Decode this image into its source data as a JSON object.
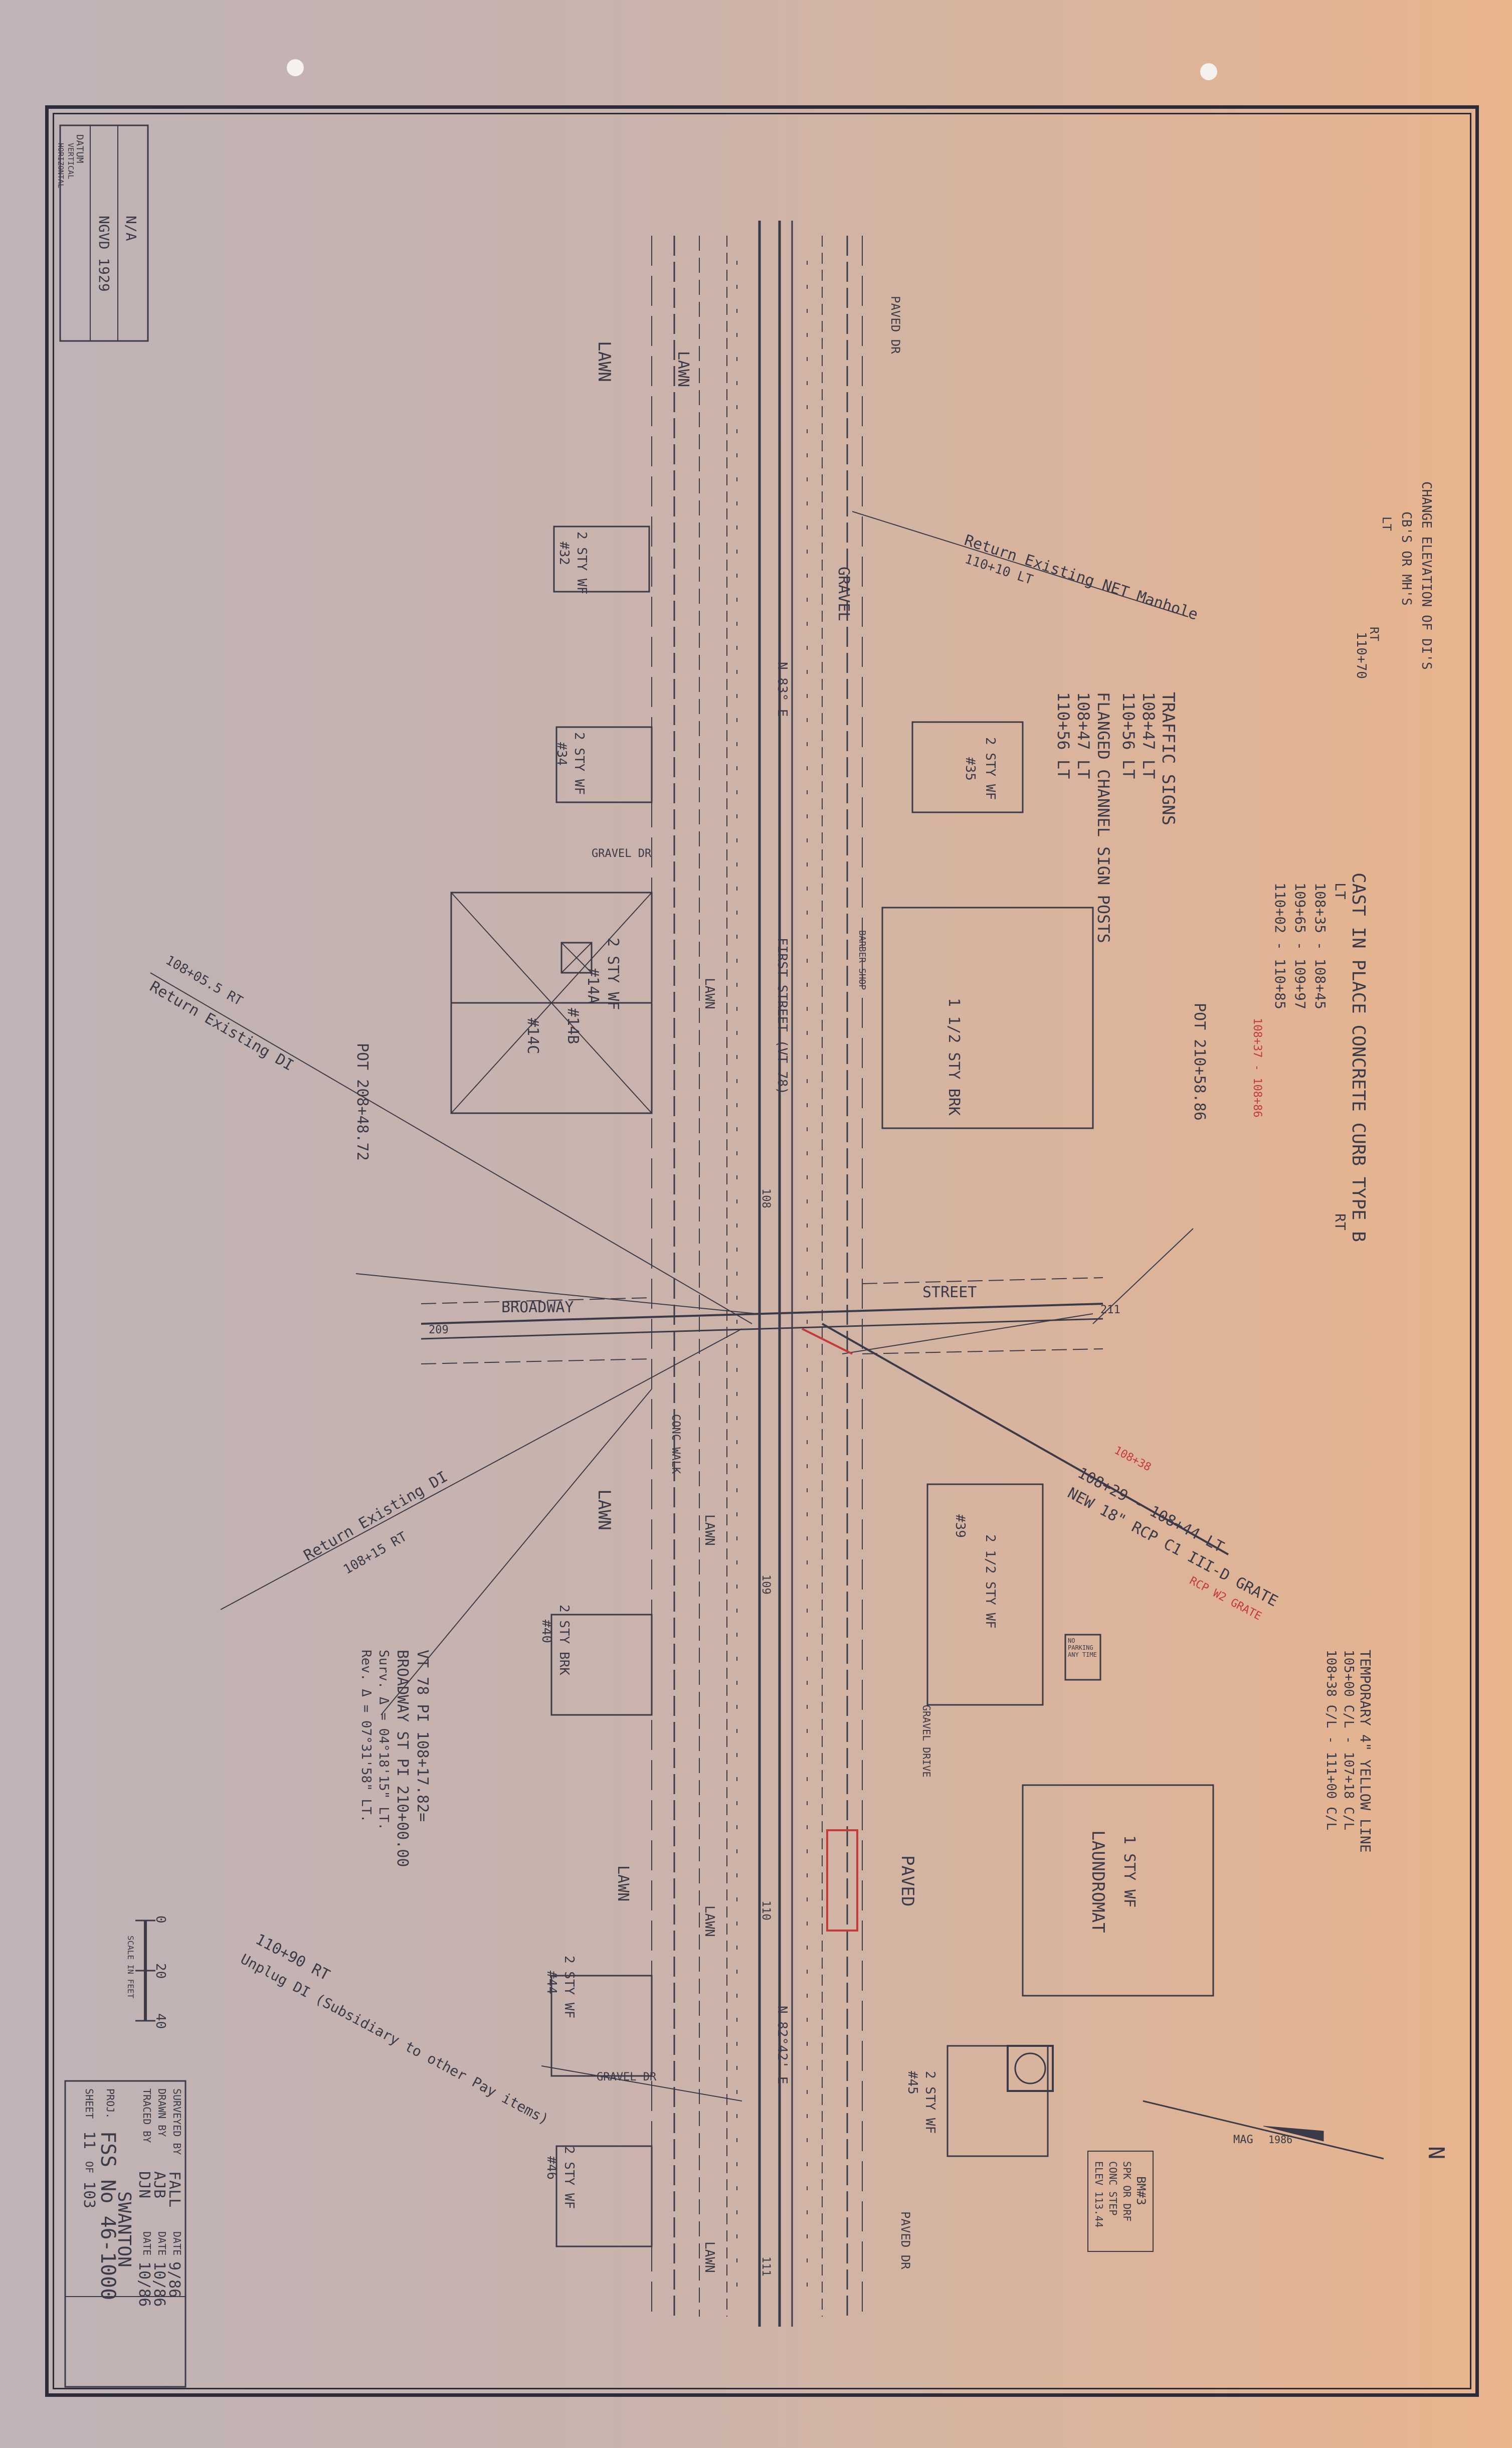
{
  "datum": {
    "label": "DATUM",
    "vertical_label": "VERTICAL",
    "horizontal_label": "HORIZONTAL",
    "vertical_value": "NGVD 1929",
    "horizontal_value": "N/A"
  },
  "title_block": {
    "surveyed_by_label": "SURVEYED BY",
    "surveyed_by": "FALL",
    "surveyed_date_label": "DATE",
    "surveyed_date": "9/86",
    "drawn_by_label": "DRAWN BY",
    "drawn_by": "AJB",
    "drawn_date_label": "DATE",
    "drawn_date": "10/86",
    "traced_by_label": "TRACED BY",
    "traced_by": "DJN",
    "traced_date_label": "DATE",
    "traced_date": "10/86",
    "town": "SWANTON",
    "proj_label": "PROJ.",
    "project_no": "FSS No 46-1000",
    "sheet_label": "SHEET",
    "sheet_no": "11",
    "sheet_of_label": "OF",
    "sheet_total": "103"
  },
  "scale": {
    "caption": "SCALE IN FEET",
    "ticks": [
      "0",
      "20",
      "40"
    ]
  },
  "notes": {
    "change_elev_1": "CHANGE ELEVATION OF DI'S",
    "change_elev_2": "CB'S OR MH'S",
    "change_elev_rt": "RT",
    "change_elev_lt": "LT",
    "change_elev_sta": "110+70",
    "traffic_signs_1": "TRAFFIC SIGNS",
    "traffic_signs_2": "108+47 LT",
    "traffic_signs_3": "110+56 LT",
    "flanged_1": "FLANGED CHANNEL SIGN POSTS",
    "flanged_2": "108+47 LT",
    "flanged_3": "110+56 LT",
    "curb_title": "CAST IN PLACE CONCRETE CURB TYPE B",
    "curb_lt": "LT",
    "curb_rt": "RT",
    "curb_1": "108+35 - 108+45",
    "curb_2": "109+65 - 109+97",
    "curb_3": "110+02 - 110+85",
    "curb_red": "108+37 - 108+86",
    "temp_line_1": "TEMPORARY 4\" YELLOW LINE",
    "temp_line_2": "105+00 C/L - 107+18 C/L",
    "temp_line_3": "108+38 C/L - 111+00 C/L",
    "return_net": "Return Existing NET Manhole",
    "return_net_sta": "110+10 LT",
    "return_di_top": "Return Existing DI",
    "return_di_top_sta": "108+05.5 RT",
    "return_di_bot": "Return Existing DI",
    "return_di_bot_sta": "108+15 RT",
    "new_rcp_1": "108+29 - 108+44 LT",
    "new_rcp_2": "NEW 18\" RCP C1 III-D GRATE",
    "new_rcp_red": "108+38",
    "red_w2": "RCP W2 GRATE",
    "pi_1": "VT 78 PI 108+17.82=",
    "pi_2": "BROADWAY ST PI 210+00.00",
    "pi_3": "Surv. Δ = 04°18'15\" LT.",
    "pi_4": "Rev. Δ = 07°31'58\" LT.",
    "unplug_1": "110+90 RT",
    "unplug_2": "Unplug DI (Subsidiary to other Pay items)",
    "pot_left": "POT 208+48.72",
    "pot_right": "POT 210+58.86",
    "bm_1": "BM#3",
    "bm_2": "SPK OR DRF",
    "bm_3": "CONC STEP",
    "bm_4": "ELEV 113.44",
    "mag": "MAG",
    "mag_year": "1986",
    "north": "N"
  },
  "streets": {
    "broadway": "BROADWAY",
    "street": "STREET",
    "first_street": "FIRST STREET (VT 78)",
    "bearing_top": "N 83° E",
    "bearing_bot": "N 82°42' E",
    "sta_209": "209",
    "sta_211": "211",
    "sta_108": "108",
    "sta_109": "109",
    "sta_110": "110",
    "sta_111": "111"
  },
  "buildings": {
    "b32": "2 STY WF",
    "b32_no": "#32",
    "b34": "2 STY WF",
    "b34_no": "#34",
    "b14": "2 STY WF",
    "b14a": "#14A",
    "b14b": "#14B",
    "b14c": "#14C",
    "b35": "2 STY WF",
    "b35_no": "#35",
    "brk": "1 1/2 STY BRK",
    "barber": "BARBER SHOP",
    "b39": "2 1/2 STY WF",
    "b39_no": "#39",
    "b40": "2 STY BRK",
    "b40_no": "#40",
    "laundromat": "LAUNDROMAT",
    "laundromat_sty": "1 STY WF",
    "b44": "2 STY WF",
    "b44_no": "#44",
    "b46": "2 STY WF",
    "b46_no": "#46",
    "b45": "2 STY WF",
    "b45_no": "#45"
  },
  "labels": {
    "lawn": "LAWN",
    "gravel": "GRAVEL",
    "gravel_dr": "GRAVEL DR",
    "paved": "PAVED",
    "paved_dr": "PAVED DR",
    "conc_walk": "CONC WALK",
    "no_parking": "NO PARKING ANY TIME",
    "gravel_drive": "GRAVEL DRIVE"
  }
}
